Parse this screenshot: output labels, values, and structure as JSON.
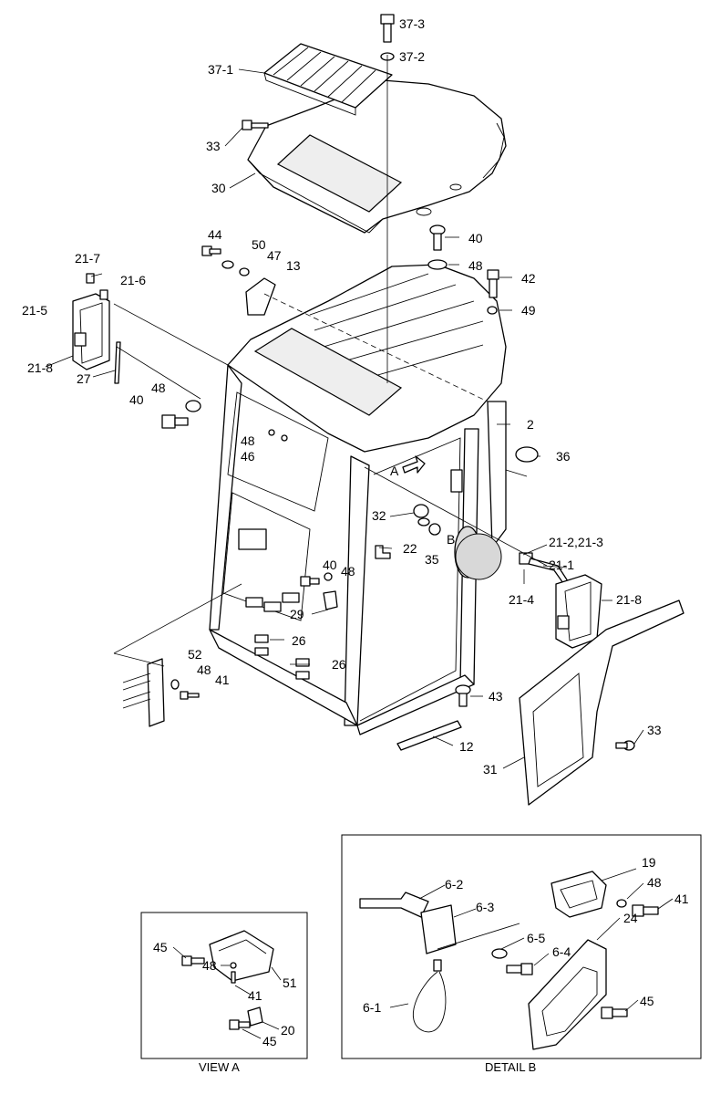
{
  "callouts": [
    {
      "id": "c37_3",
      "text": "37-3"
    },
    {
      "id": "c37_2",
      "text": "37-2"
    },
    {
      "id": "c37_1",
      "text": "37-1"
    },
    {
      "id": "c33a",
      "text": "33"
    },
    {
      "id": "c30",
      "text": "30"
    },
    {
      "id": "c44",
      "text": "44"
    },
    {
      "id": "c50",
      "text": "50"
    },
    {
      "id": "c47",
      "text": "47"
    },
    {
      "id": "c13",
      "text": "13"
    },
    {
      "id": "c40a",
      "text": "40"
    },
    {
      "id": "c48a",
      "text": "48"
    },
    {
      "id": "c42",
      "text": "42"
    },
    {
      "id": "c49",
      "text": "49"
    },
    {
      "id": "c21_7",
      "text": "21-7"
    },
    {
      "id": "c21_6",
      "text": "21-6"
    },
    {
      "id": "c21_5",
      "text": "21-5"
    },
    {
      "id": "c21_8a",
      "text": "21-8"
    },
    {
      "id": "c27",
      "text": "27"
    },
    {
      "id": "c48b",
      "text": "48"
    },
    {
      "id": "c40b",
      "text": "40"
    },
    {
      "id": "c2",
      "text": "2"
    },
    {
      "id": "c48c",
      "text": "48"
    },
    {
      "id": "c46",
      "text": "46"
    },
    {
      "id": "c36",
      "text": "36"
    },
    {
      "id": "cA",
      "text": "A"
    },
    {
      "id": "c32",
      "text": "32"
    },
    {
      "id": "cB",
      "text": "B"
    },
    {
      "id": "c22",
      "text": "22"
    },
    {
      "id": "c35",
      "text": "35"
    },
    {
      "id": "c21_23",
      "text": "21-2,21-3"
    },
    {
      "id": "c21_1",
      "text": "21-1"
    },
    {
      "id": "c40c",
      "text": "40"
    },
    {
      "id": "c48d",
      "text": "48"
    },
    {
      "id": "c21_4",
      "text": "21-4"
    },
    {
      "id": "c21_8b",
      "text": "21-8"
    },
    {
      "id": "c29",
      "text": "29"
    },
    {
      "id": "c26a",
      "text": "26"
    },
    {
      "id": "c52",
      "text": "52"
    },
    {
      "id": "c26b",
      "text": "26"
    },
    {
      "id": "c48e",
      "text": "48"
    },
    {
      "id": "c41a",
      "text": "41"
    },
    {
      "id": "c43",
      "text": "43"
    },
    {
      "id": "c33b",
      "text": "33"
    },
    {
      "id": "c12",
      "text": "12"
    },
    {
      "id": "c31",
      "text": "31"
    },
    {
      "id": "c19",
      "text": "19"
    },
    {
      "id": "c6_2",
      "text": "6-2"
    },
    {
      "id": "c48f",
      "text": "48"
    },
    {
      "id": "c41b",
      "text": "41"
    },
    {
      "id": "c6_3",
      "text": "6-3"
    },
    {
      "id": "c24",
      "text": "24"
    },
    {
      "id": "c6_5",
      "text": "6-5"
    },
    {
      "id": "c6_4",
      "text": "6-4"
    },
    {
      "id": "c45a",
      "text": "45"
    },
    {
      "id": "c6_1",
      "text": "6-1"
    },
    {
      "id": "c45b",
      "text": "45"
    },
    {
      "id": "c48g",
      "text": "48"
    },
    {
      "id": "c51",
      "text": "51"
    },
    {
      "id": "c41c",
      "text": "41"
    },
    {
      "id": "c20",
      "text": "20"
    },
    {
      "id": "c45c",
      "text": "45"
    }
  ],
  "captions": {
    "view_a": "VIEW A",
    "detail_b": "DETAIL B"
  }
}
